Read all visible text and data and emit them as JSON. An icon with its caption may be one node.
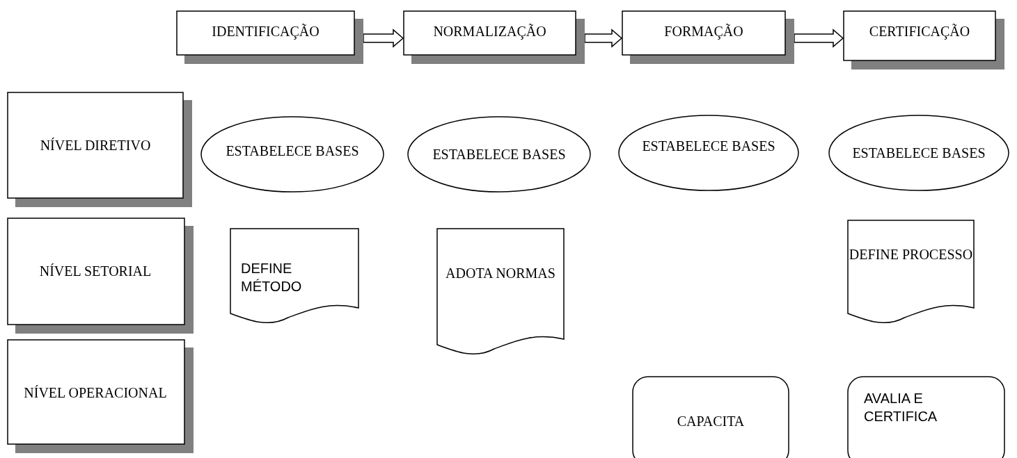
{
  "diagram": {
    "nodes": [
      {
        "text": [
          "IDENTIFICAÇÃO"
        ]
      },
      {
        "text": [
          "NORMALIZAÇÃO"
        ]
      },
      {
        "text": [
          "FORMAÇÃO"
        ]
      },
      {
        "text": [
          "CERTIFICAÇÃO"
        ]
      },
      {
        "text": [
          "NÍVEL DIRETIVO"
        ]
      },
      {
        "text": [
          "ESTABELECE BASES"
        ]
      },
      {
        "text": [
          "ESTABELECE BASES"
        ]
      },
      {
        "text": [
          "ESTABELECE BASES"
        ]
      },
      {
        "text": [
          "ESTABELECE BASES"
        ]
      },
      {
        "text": [
          "NÍVEL SETORIAL"
        ]
      },
      {
        "text": [
          "DEFINE MÉTODO"
        ]
      },
      {
        "text": [
          "ADOTA NORMAS"
        ]
      },
      {
        "text": [
          "DEFINE PROCESSO"
        ]
      },
      {
        "text": [
          "NÍVEL OPERACIONAL"
        ]
      },
      {
        "text": [
          "CAPACITA"
        ]
      },
      {
        "text": [
          "AVALIA E CERTIFICA"
        ]
      }
    ],
    "edges": [
      {
        "from": 0,
        "to": 1,
        "arrow": "to"
      },
      {
        "from": 1,
        "to": 2,
        "arrow": "to"
      },
      {
        "from": 2,
        "to": 3,
        "arrow": "to"
      }
    ]
  }
}
